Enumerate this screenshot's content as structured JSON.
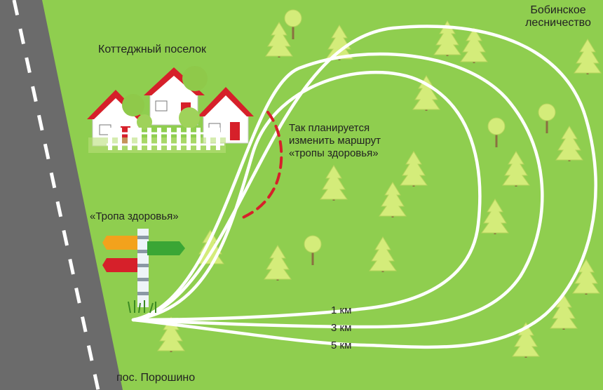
{
  "labels": {
    "cottage_village": "Коттеджный поселок",
    "forestry_line1": "Бобинское",
    "forestry_line2": "лесничество",
    "plan_line1": "Так планируется",
    "plan_line2": "изменить маршрут",
    "plan_line3": "«тропы здоровья»",
    "trail_name": "«Тропа здоровья»",
    "km_1": "1 км",
    "km_3": "3 км",
    "km_5": "5 км",
    "village": "пос. Порошино"
  },
  "colors": {
    "field": "#8fce4f",
    "road": "#6b6b6b",
    "road_marking": "#ffffff",
    "trail": "#ffffff",
    "planned_route": "#d6202a",
    "tree": "#d4ec7a",
    "trunk": "#8a7040",
    "sign_green": "#3aa635",
    "sign_red": "#d6202a",
    "sign_orange": "#f3a21c",
    "house_wall": "#ffffff",
    "house_roof": "#d6202a"
  },
  "icons": [
    "tree-icon",
    "house-icon",
    "signpost-icon",
    "fence-icon"
  ]
}
